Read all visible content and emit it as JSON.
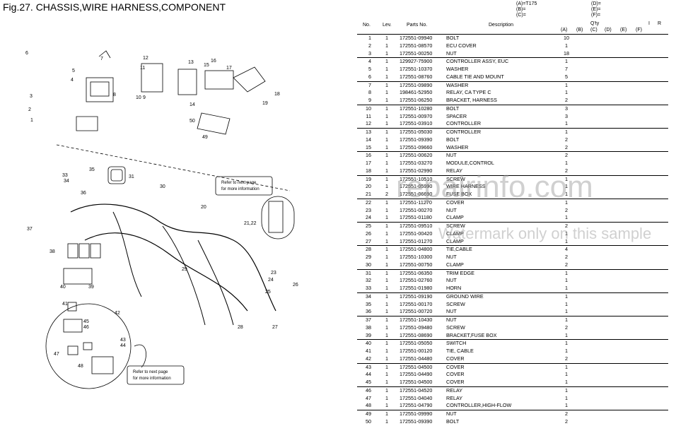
{
  "page": {
    "title": "Fig.27.  CHASSIS,WIRE HARNESS,COMPONENT",
    "models_left": [
      "(A)=T175",
      "(B)=",
      "(C)="
    ],
    "models_right": [
      "(D)=",
      "(E)=",
      "(F)="
    ],
    "watermark_site": "repairinfo.com",
    "watermark_note": "Watermark only on this sample"
  },
  "table": {
    "headers": {
      "no": "No.",
      "lev": "Lev.",
      "parts_no": "Parts No.",
      "description": "Description",
      "qty": "Q'ty",
      "i": "I",
      "r": "R",
      "cols": [
        "(A)",
        "(B)",
        "(C)",
        "(D)",
        "(E)",
        "(F)"
      ]
    },
    "rows": [
      {
        "no": "1",
        "lev": "1",
        "pn": "172551-09940",
        "desc": "BOLT",
        "qty": "10"
      },
      {
        "no": "2",
        "lev": "1",
        "pn": "172551-08570",
        "desc": "ECU COVER",
        "qty": "1"
      },
      {
        "no": "3",
        "lev": "1",
        "pn": "172551-00250",
        "desc": "NUT",
        "qty": "18"
      },
      {
        "no": "4",
        "lev": "1",
        "pn": "129927-75900",
        "desc": "CONTROLLER ASSY, EUC",
        "qty": "1"
      },
      {
        "no": "5",
        "lev": "1",
        "pn": "172551-10370",
        "desc": "WASHER",
        "qty": "7"
      },
      {
        "no": "6",
        "lev": "1",
        "pn": "172551-08760",
        "desc": "CABLE TIE AND MOUNT",
        "qty": "5"
      },
      {
        "no": "7",
        "lev": "1",
        "pn": "172551-09890",
        "desc": "WASHER",
        "qty": "1"
      },
      {
        "no": "8",
        "lev": "1",
        "pn": "198461-52950",
        "desc": "RELAY, CA TYPE C",
        "qty": "1"
      },
      {
        "no": "9",
        "lev": "1",
        "pn": "172551-06250",
        "desc": "BRACKET, HARNESS",
        "qty": "2"
      },
      {
        "no": "10",
        "lev": "1",
        "pn": "172551-10280",
        "desc": "BOLT",
        "qty": "3"
      },
      {
        "no": "11",
        "lev": "1",
        "pn": "172551-00970",
        "desc": "SPACER",
        "qty": "3"
      },
      {
        "no": "12",
        "lev": "1",
        "pn": "172551-03910",
        "desc": "CONTROLLER",
        "qty": "1"
      },
      {
        "no": "13",
        "lev": "1",
        "pn": "172551-05030",
        "desc": "CONTROLLER",
        "qty": "1"
      },
      {
        "no": "14",
        "lev": "1",
        "pn": "172551-09390",
        "desc": "BOLT",
        "qty": "2"
      },
      {
        "no": "15",
        "lev": "1",
        "pn": "172551-09660",
        "desc": "WASHER",
        "qty": "2"
      },
      {
        "no": "16",
        "lev": "1",
        "pn": "172551-00620",
        "desc": "NUT",
        "qty": "2"
      },
      {
        "no": "17",
        "lev": "1",
        "pn": "172551-03270",
        "desc": "MODULE,CONTROL",
        "qty": "1"
      },
      {
        "no": "18",
        "lev": "1",
        "pn": "172551-02990",
        "desc": "RELAY",
        "qty": "2"
      },
      {
        "no": "19",
        "lev": "1",
        "pn": "172551-10510",
        "desc": "SCREW",
        "qty": "1"
      },
      {
        "no": "20",
        "lev": "1",
        "pn": "172551-05990",
        "desc": "WIRE HARNESS",
        "qty": "1"
      },
      {
        "no": "21",
        "lev": "2",
        "pn": "172551-06690",
        "desc": "FUSE BOX",
        "qty": "1"
      },
      {
        "no": "22",
        "lev": "1",
        "pn": "172551-11270",
        "desc": "COVER",
        "qty": "1"
      },
      {
        "no": "23",
        "lev": "1",
        "pn": "172551-00270",
        "desc": "NUT",
        "qty": "2"
      },
      {
        "no": "24",
        "lev": "1",
        "pn": "172551-01180",
        "desc": "CLAMP",
        "qty": "1"
      },
      {
        "no": "25",
        "lev": "1",
        "pn": "172551-09510",
        "desc": "SCREW",
        "qty": "2"
      },
      {
        "no": "26",
        "lev": "1",
        "pn": "172551-00420",
        "desc": "CLAMP",
        "qty": "1"
      },
      {
        "no": "27",
        "lev": "1",
        "pn": "172551-01270",
        "desc": "CLAMP",
        "qty": "1"
      },
      {
        "no": "28",
        "lev": "1",
        "pn": "172551-04800",
        "desc": "TIE,CABLE",
        "qty": "4"
      },
      {
        "no": "29",
        "lev": "1",
        "pn": "172551-10300",
        "desc": "NUT",
        "qty": "2"
      },
      {
        "no": "30",
        "lev": "1",
        "pn": "172551-00750",
        "desc": "CLAMP",
        "qty": "2"
      },
      {
        "no": "31",
        "lev": "1",
        "pn": "172551-06350",
        "desc": "TRIM EDGE",
        "qty": "1"
      },
      {
        "no": "32",
        "lev": "1",
        "pn": "172551-02760",
        "desc": "NUT",
        "qty": "1"
      },
      {
        "no": "33",
        "lev": "1",
        "pn": "172551-01980",
        "desc": "HORN",
        "qty": "1"
      },
      {
        "no": "34",
        "lev": "1",
        "pn": "172551-09190",
        "desc": "GROUND WIRE",
        "qty": "1"
      },
      {
        "no": "35",
        "lev": "1",
        "pn": "172551-00170",
        "desc": "SCREW",
        "qty": "1"
      },
      {
        "no": "36",
        "lev": "1",
        "pn": "172551-00720",
        "desc": "NUT",
        "qty": "1"
      },
      {
        "no": "37",
        "lev": "1",
        "pn": "172551-10430",
        "desc": "NUT",
        "qty": "1"
      },
      {
        "no": "38",
        "lev": "1",
        "pn": "172551-09480",
        "desc": "SCREW",
        "qty": "2"
      },
      {
        "no": "39",
        "lev": "1",
        "pn": "172551-08690",
        "desc": "BRACKET,FUSE BOX",
        "qty": "1"
      },
      {
        "no": "40",
        "lev": "1",
        "pn": "172551-05050",
        "desc": "SWITCH",
        "qty": "1"
      },
      {
        "no": "41",
        "lev": "1",
        "pn": "172551-00120",
        "desc": "TIE, CABLE",
        "qty": "1"
      },
      {
        "no": "42",
        "lev": "1",
        "pn": "172551-04480",
        "desc": "COVER",
        "qty": "2"
      },
      {
        "no": "43",
        "lev": "1",
        "pn": "172551-04500",
        "desc": "COVER",
        "qty": "1"
      },
      {
        "no": "44",
        "lev": "1",
        "pn": "172551-04490",
        "desc": "COVER",
        "qty": "1"
      },
      {
        "no": "45",
        "lev": "1",
        "pn": "172551-04500",
        "desc": "COVER",
        "qty": "1"
      },
      {
        "no": "46",
        "lev": "1",
        "pn": "172551-04520",
        "desc": "RELAY",
        "qty": "1"
      },
      {
        "no": "47",
        "lev": "1",
        "pn": "172551-04040",
        "desc": "RELAY",
        "qty": "1"
      },
      {
        "no": "48",
        "lev": "1",
        "pn": "172551-04790",
        "desc": "CONTROLLER,HIGH-FLOW",
        "qty": "1"
      },
      {
        "no": "49",
        "lev": "1",
        "pn": "172551-09990",
        "desc": "NUT",
        "qty": "2"
      },
      {
        "no": "50",
        "lev": "1",
        "pn": "172551-09390",
        "desc": "BOLT",
        "qty": "2"
      }
    ]
  },
  "diagram": {
    "refer_top": [
      "Refer to next page",
      "for more information"
    ],
    "refer_bottom": [
      "Refer to next page",
      "for more information"
    ],
    "callouts": [
      "1",
      "2",
      "3",
      "4",
      "5",
      "6",
      "7",
      "8",
      "9",
      "10",
      "11",
      "12",
      "13",
      "14",
      "15",
      "16",
      "17",
      "18",
      "19",
      "20",
      "21,22",
      "23",
      "24",
      "25",
      "26",
      "27",
      "28",
      "29",
      "30",
      "31",
      "33",
      "34",
      "35",
      "36",
      "37",
      "38",
      "39",
      "40",
      "41",
      "42",
      "43",
      "44",
      "45",
      "46",
      "47",
      "48",
      "49",
      "50"
    ]
  }
}
